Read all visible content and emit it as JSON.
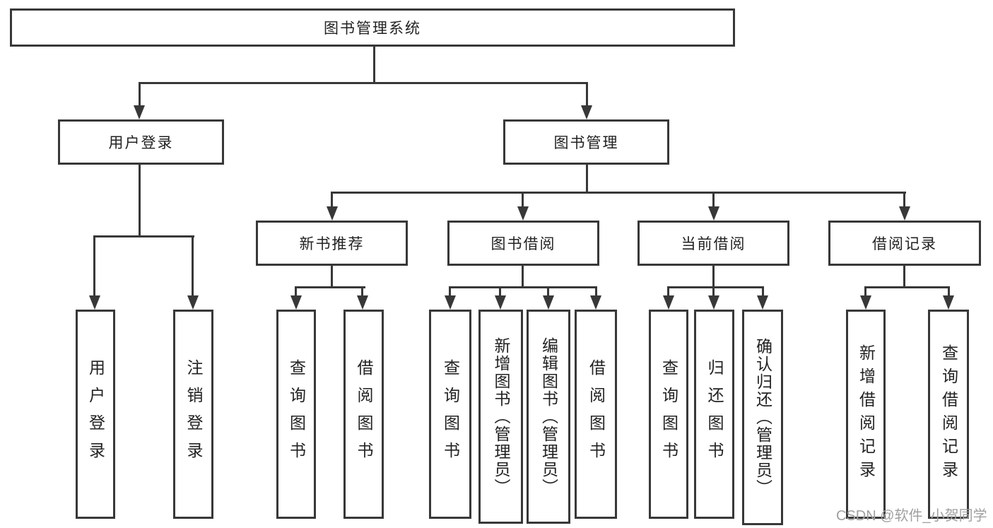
{
  "tree": {
    "label": "图书管理系统",
    "children": [
      {
        "label": "用户登录",
        "children": [
          {
            "label": "用户登录"
          },
          {
            "label": "注销登录"
          }
        ]
      },
      {
        "label": "图书管理",
        "children": [
          {
            "label": "新书推荐",
            "children": [
              {
                "label": "查询图书"
              },
              {
                "label": "借阅图书"
              }
            ]
          },
          {
            "label": "图书借阅",
            "children": [
              {
                "label": "查询图书"
              },
              {
                "label": "新增图书（管理员）"
              },
              {
                "label": "编辑图书（管理员）"
              },
              {
                "label": "借阅图书"
              }
            ]
          },
          {
            "label": "当前借阅",
            "children": [
              {
                "label": "查询图书"
              },
              {
                "label": "归还图书"
              },
              {
                "label": "确认归还（管理员）"
              }
            ]
          },
          {
            "label": "借阅记录",
            "children": [
              {
                "label": "新增借阅记录"
              },
              {
                "label": "查询借阅记录"
              }
            ]
          }
        ]
      }
    ]
  },
  "watermark": {
    "text": "CSDN @软件_小贺同学"
  },
  "colors": {
    "line": "#383838",
    "text": "#222222",
    "watermark": "#a0a0a0",
    "background": "#ffffff"
  }
}
